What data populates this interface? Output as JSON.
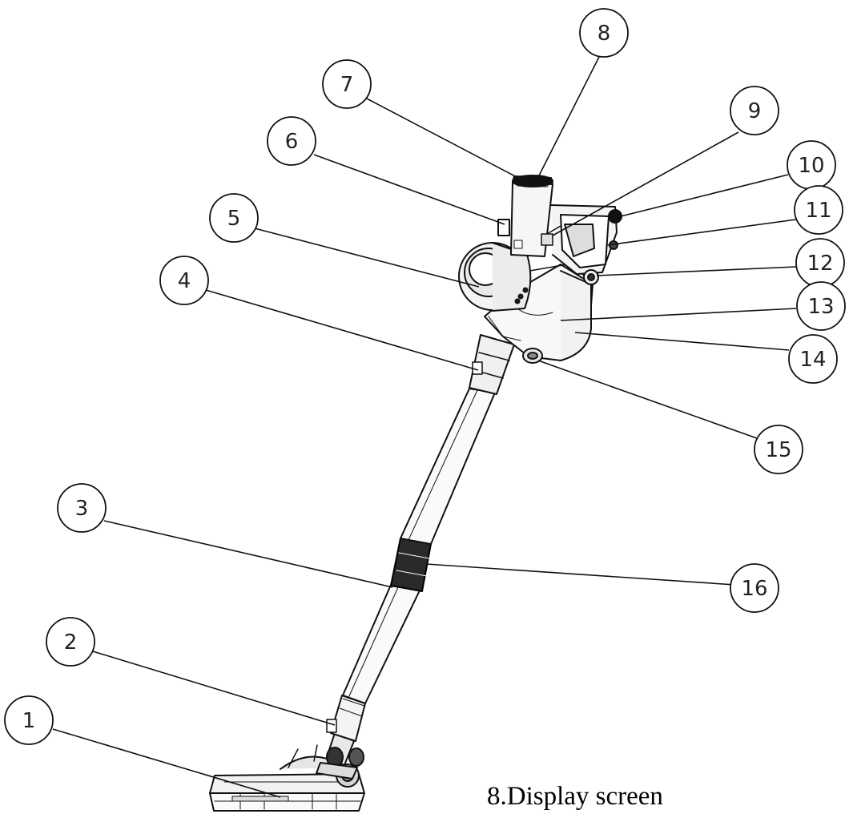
{
  "diagram": {
    "callouts": [
      {
        "id": "1",
        "label": "1"
      },
      {
        "id": "2",
        "label": "2"
      },
      {
        "id": "3",
        "label": "3"
      },
      {
        "id": "4",
        "label": "4"
      },
      {
        "id": "5",
        "label": "5"
      },
      {
        "id": "6",
        "label": "6"
      },
      {
        "id": "7",
        "label": "7"
      },
      {
        "id": "8",
        "label": "8"
      },
      {
        "id": "9",
        "label": "9"
      },
      {
        "id": "10",
        "label": "10"
      },
      {
        "id": "11",
        "label": "11"
      },
      {
        "id": "12",
        "label": "12"
      },
      {
        "id": "13",
        "label": "13"
      },
      {
        "id": "14",
        "label": "14"
      },
      {
        "id": "15",
        "label": "15"
      },
      {
        "id": "16",
        "label": "16"
      }
    ],
    "caption": "8.Display screen"
  }
}
